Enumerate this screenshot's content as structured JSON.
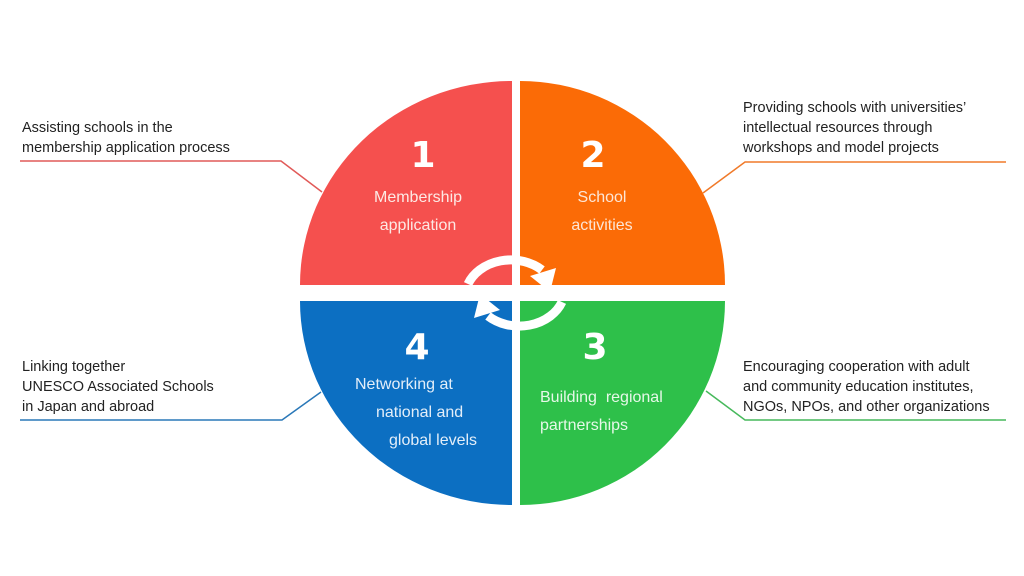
{
  "diagram": {
    "title": "",
    "center_icon": "cycle-arrows-icon",
    "colors": {
      "membership": "#f5504e",
      "activities": "#fb6b06",
      "partnerships": "#2ec04a",
      "networking": "#0c6fc2",
      "text_dark": "#222222",
      "background": "#ffffff"
    },
    "quadrants": [
      {
        "number": "1",
        "label_lines": [
          "Membership",
          "application"
        ],
        "description_lines": [
          "Assisting schools in the",
          "membership application process"
        ]
      },
      {
        "number": "2",
        "label_lines": [
          "School",
          "activities"
        ],
        "description_lines": [
          "Providing schools with universities’",
          "intellectual resources through",
          "workshops and model projects"
        ]
      },
      {
        "number": "3",
        "label_lines": [
          "Building  regional",
          "partnerships"
        ],
        "description_lines": [
          "Encouraging cooperation with adult",
          "and community education institutes,",
          "NGOs, NPOs, and other organizations"
        ]
      },
      {
        "number": "4",
        "label_lines": [
          "Networking at",
          "national and",
          "global levels"
        ],
        "description_lines": [
          "Linking together",
          "UNESCO Associated Schools",
          "in Japan and abroad"
        ]
      }
    ]
  }
}
